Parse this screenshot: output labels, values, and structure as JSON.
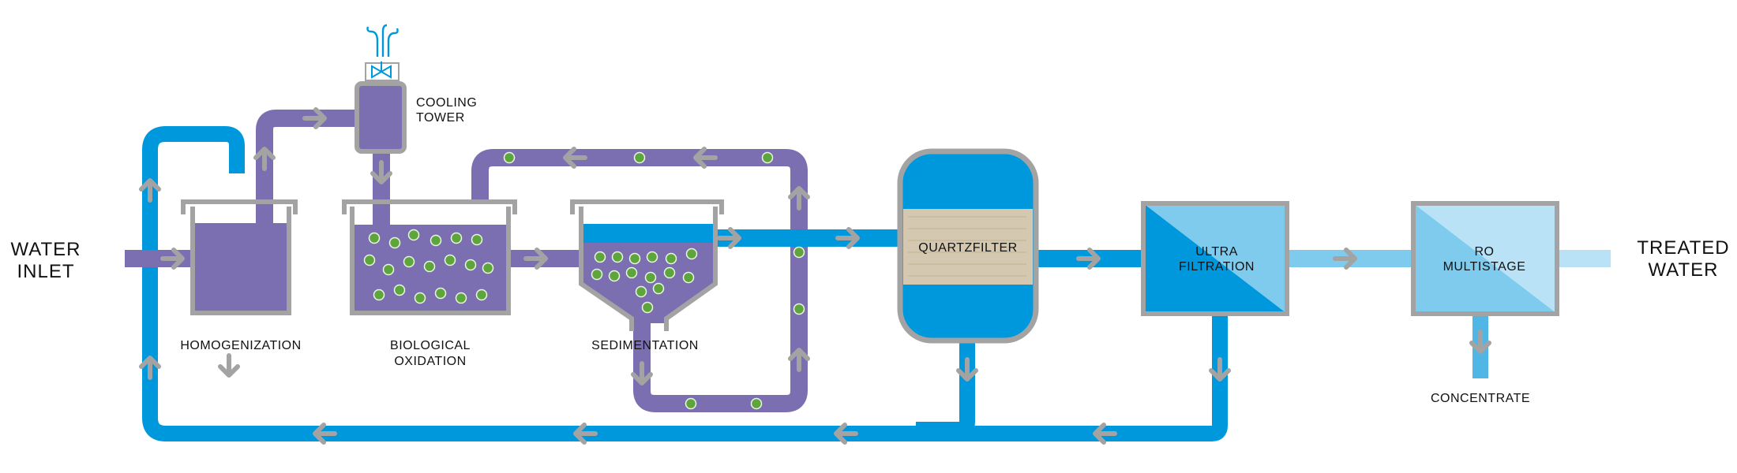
{
  "diagram": {
    "inlet": {
      "line1": "WATER",
      "line2": "INLET"
    },
    "outlet": {
      "line1": "TREATED",
      "line2": "WATER"
    },
    "units": {
      "homogenization": "HOMOGENIZATION",
      "cooling_tower": {
        "line1": "COOLING",
        "line2": "TOWER"
      },
      "biological_oxidation": {
        "line1": "BIOLOGICAL",
        "line2": "OXIDATION"
      },
      "sedimentation": "SEDIMENTATION",
      "quartz_filter": "QUARTZFILTER",
      "ultra_filtration": {
        "line1": "ULTRA",
        "line2": "FILTRATION"
      },
      "ro_multistage": {
        "line1": "RO",
        "line2": "MULTISTAGE"
      },
      "concentrate": "CONCENTRATE"
    }
  },
  "colors": {
    "purple": "#7b6fb2",
    "blue": "#0098dc",
    "light_blue": "#7fcbee",
    "pale_blue": "#b9e2f6",
    "gray": "#a3a3a3",
    "sand": "#d5c8b0",
    "green": "#5fa53e"
  },
  "icons": [
    "arrow-icon",
    "sludge-particle-icon",
    "steam-icon",
    "valve-icon"
  ]
}
